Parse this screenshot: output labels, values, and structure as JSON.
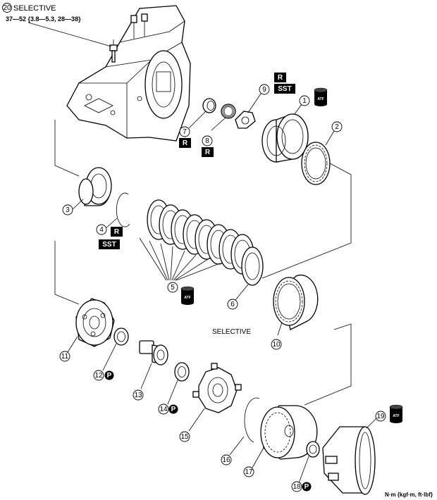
{
  "torque_spec": {
    "callout": "20",
    "label": "SELECTIVE",
    "value": "37—52 {3.8—5.3, 28—38}"
  },
  "units_note": "N·m {kgf·m, ft·lbf}",
  "selective_label": "SELECTIVE",
  "callouts": [
    "1",
    "2",
    "3",
    "4",
    "5",
    "6",
    "7",
    "8",
    "9",
    "10",
    "11",
    "12",
    "13",
    "14",
    "15",
    "16",
    "17",
    "18",
    "19"
  ],
  "markers": {
    "replace": "R",
    "special_tool": "SST",
    "petroleum_jelly": "P",
    "atf": "ATF"
  }
}
